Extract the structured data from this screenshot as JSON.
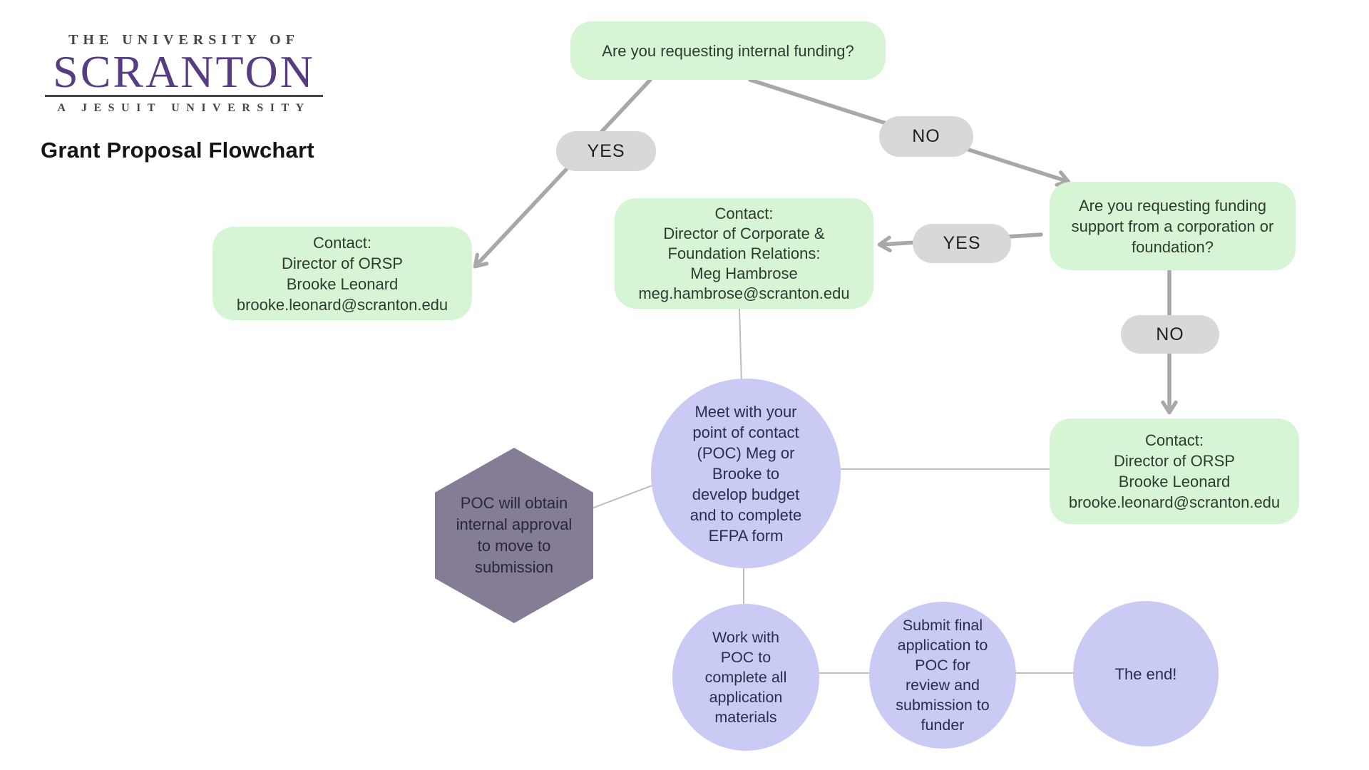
{
  "logo": {
    "top": "THE UNIVERSITY OF",
    "name": "SCRANTON",
    "bottom": "A JESUIT UNIVERSITY"
  },
  "page_title": "Grant Proposal Flowchart",
  "flowchart": {
    "q_internal": "Are you requesting internal funding?",
    "label_yes_internal": "YES",
    "label_no_internal": "NO",
    "contact_orsp_yes": "Contact:\nDirector of ORSP\nBrooke Leonard\nbrooke.leonard@scranton.edu",
    "q_corporation": "Are you requesting funding\nsupport from a corporation or\nfoundation?",
    "label_yes_corporation": "YES",
    "label_no_corporation": "NO",
    "contact_cfr": "Contact:\nDirector of Corporate &\nFoundation Relations:\nMeg Hambrose\nmeg.hambrose@scranton.edu",
    "contact_orsp_no": "Contact:\nDirector of ORSP\nBrooke Leonard\nbrooke.leonard@scranton.edu",
    "step_meet": "Meet with your\npoint of contact\n(POC) Meg or\nBrooke to\ndevelop budget\nand to complete\nEFPA form",
    "step_internal_approval": "POC will obtain\ninternal approval\nto move to\nsubmission",
    "step_work": "Work with\nPOC to\ncomplete all\napplication\nmaterials",
    "step_submit": "Submit final\napplication to\nPOC for\nreview and\nsubmission to\nfunder",
    "step_end": "The end!"
  },
  "colors": {
    "box_green": "#d5f5d5",
    "box_green_text": "#2d3b31",
    "pill_gray": "#d8d8d8",
    "circle_lavender": "#c9cbf4",
    "circle_text": "#2b2d4e",
    "hexagon_purple": "#857c95",
    "arrow_gray": "#a8a8a8",
    "connector_gray": "#bdbdbd",
    "logo_purple": "#563d82",
    "logo_gray": "#45454d"
  }
}
